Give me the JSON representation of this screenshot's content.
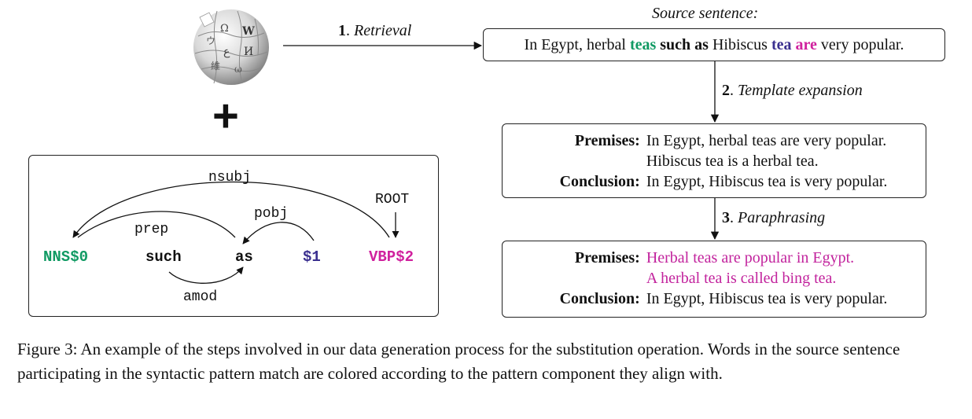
{
  "colors": {
    "green": "#109a63",
    "blue": "#3a2f8f",
    "magenta": "#d0219e",
    "paraphrase": "#c2239d"
  },
  "logo": {
    "icon": "wikipedia-globe-icon"
  },
  "plus_symbol": "+",
  "source": {
    "title": "Source sentence:",
    "parts": {
      "p1": "In Egypt, herbal ",
      "teas": "teas",
      "sp1": " ",
      "such_as": "such as",
      "p2": " Hibiscus ",
      "tea": "tea",
      "sp2": " ",
      "are": "are",
      "p3": " very popular."
    }
  },
  "steps": {
    "s1": {
      "num": "1",
      "sep": ". ",
      "label": "Retrieval"
    },
    "s2": {
      "num": "2",
      "sep": ". ",
      "label": "Template expansion"
    },
    "s3": {
      "num": "3",
      "sep": ". ",
      "label": "Paraphrasing"
    }
  },
  "template_box": {
    "premises_label": "Premises:",
    "premise1": "In Egypt, herbal teas are very popular.",
    "premise2": "Hibiscus tea is a herbal tea.",
    "conclusion_label": "Conclusion:",
    "conclusion": "In Egypt, Hibiscus tea is very popular."
  },
  "paraphrase_box": {
    "premises_label": "Premises:",
    "premise1": "Herbal teas are popular in Egypt.",
    "premise2": "A herbal tea is called bing tea.",
    "conclusion_label": "Conclusion:",
    "conclusion": "In Egypt, Hibiscus tea is very popular."
  },
  "pattern": {
    "tokens": {
      "nns": "NNS$0",
      "such": "such",
      "as": "as",
      "one": "$1",
      "vbp": "VBP$2"
    },
    "relations": {
      "nsubj": "nsubj",
      "root": "ROOT",
      "pobj": "pobj",
      "prep": "prep",
      "amod": "amod"
    }
  },
  "caption": {
    "text": "Figure 3: An example of the steps involved in our data generation process for the substitution operation. Words in the source sentence participating in the syntactic pattern match are colored according to the pattern component they align with."
  }
}
